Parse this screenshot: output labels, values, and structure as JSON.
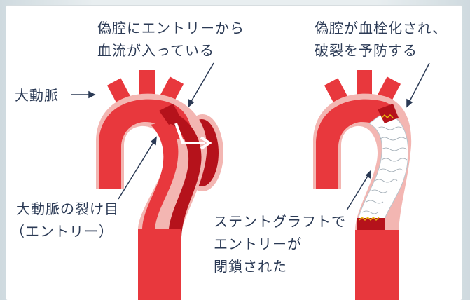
{
  "left_panel": {
    "top_line1": "偽腔にエントリーから",
    "top_line2": "血流が入っている",
    "aorta_label": "大動脈",
    "tear_line1": "大動脈の裂け目",
    "tear_line2": "（エントリー）"
  },
  "right_panel": {
    "top_line1": "偽腔が血栓化され、",
    "top_line2": "破裂を予防する",
    "stent_line1": "ステントグラフトで",
    "stent_line2": "エントリーが",
    "stent_line3": "閉鎖された"
  },
  "colors": {
    "aorta": "#e8383d",
    "dark_red": "#b5121b",
    "light_pink": "#f3b6b2",
    "text": "#2b3a55",
    "stent_yellow": "#e8b80f"
  }
}
